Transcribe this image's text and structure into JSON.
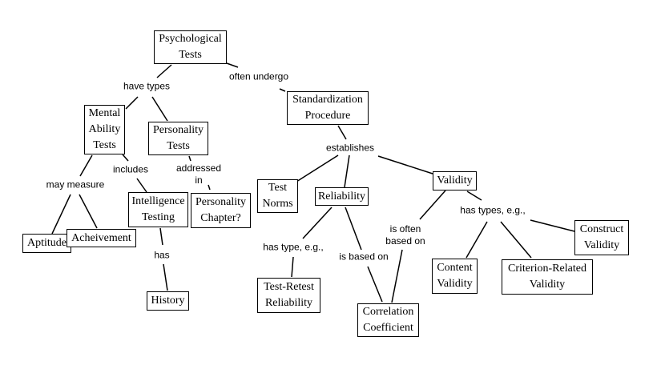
{
  "diagram": {
    "type": "concept-map",
    "line_color": "#000000",
    "background": "#ffffff",
    "concepts": {
      "psych_tests": "Psychological\nTests",
      "mental_ability": "Mental\nAbility\nTests",
      "personality_tests": "Personality\nTests",
      "standardization": "Standardization\nProcedure",
      "test_norms": "Test\nNorms",
      "reliability": "Reliability",
      "validity": "Validity",
      "intelligence": "Intelligence\nTesting",
      "personality_chapter": "Personality\nChapter?",
      "aptitude": "Aptitude",
      "achievement": "Acheivement",
      "history": "History",
      "test_retest": "Test-Retest\nReliability",
      "correlation": "Correlation\nCoefficient",
      "content_validity": "Content\nValidity",
      "criterion_validity": "Criterion-Related\nValidity",
      "construct_validity": "Construct\nValidity"
    },
    "links": {
      "have_types": "have types",
      "often_undergo": "often undergo",
      "establishes": "establishes",
      "may_measure": "may measure",
      "includes": "includes",
      "addressed_in": "addressed\nin",
      "has": "has",
      "has_type_eg": "has type, e.g.,",
      "is_based_on": "is based on",
      "is_often_based_on": "is often\nbased on",
      "has_types_eg": "has types, e.g.,"
    }
  }
}
